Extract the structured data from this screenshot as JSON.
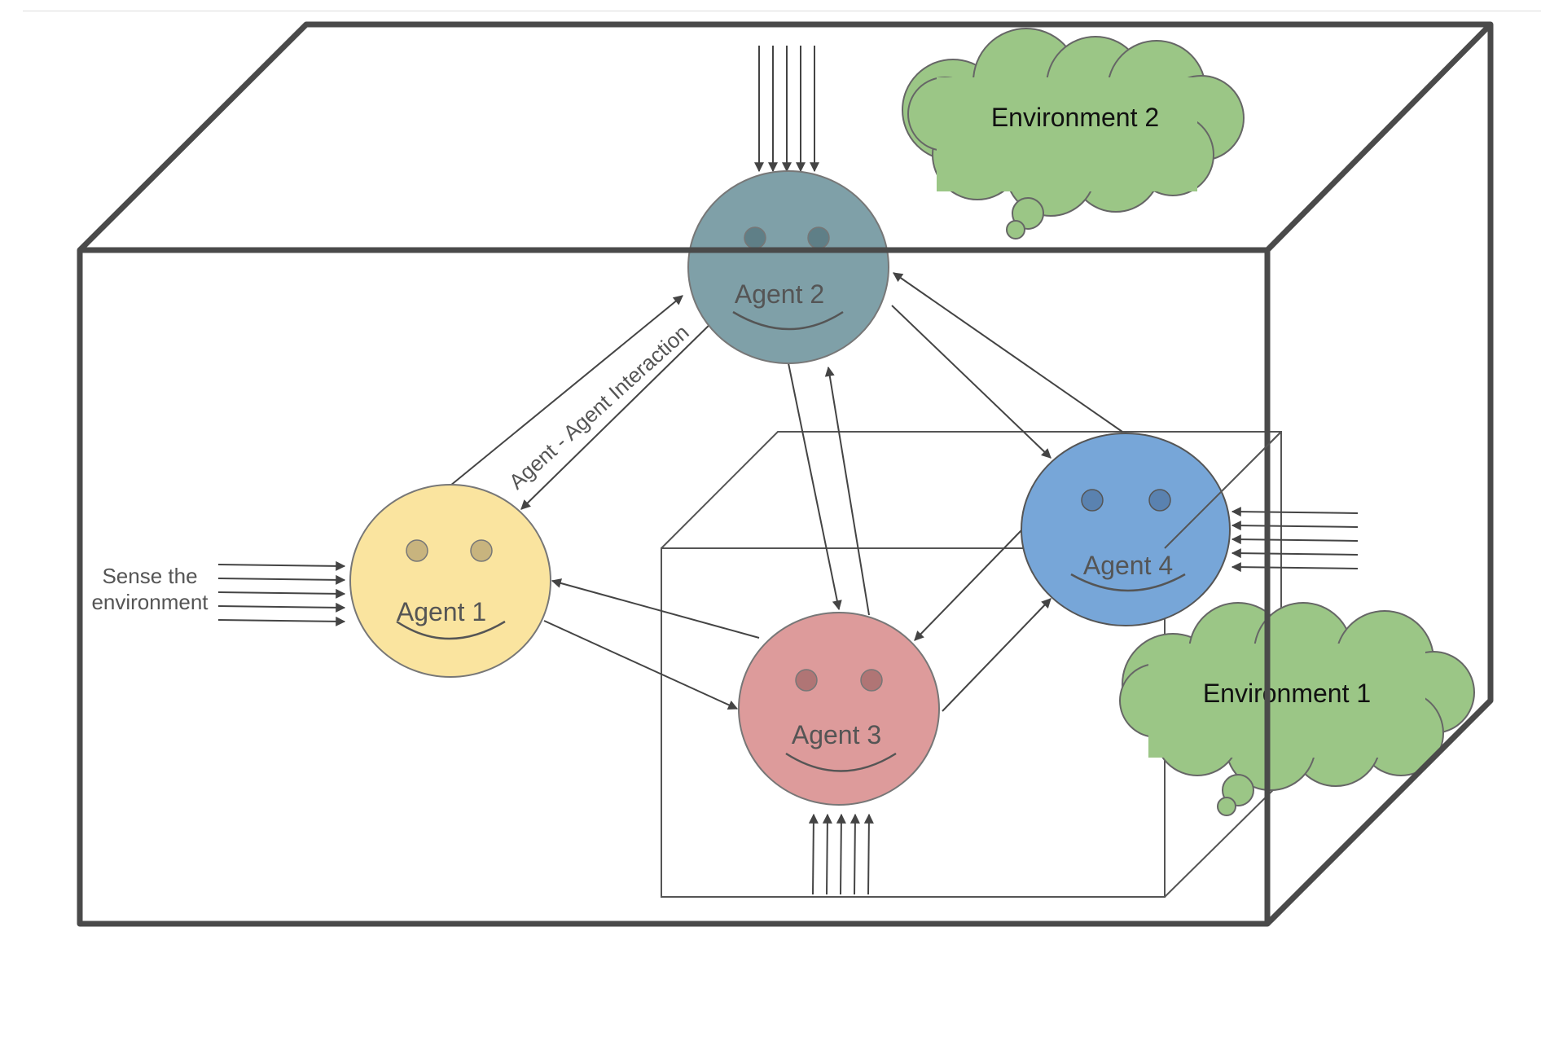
{
  "diagram": {
    "agents": [
      {
        "id": "agent1",
        "label": "Agent 1",
        "fill": "#fae49f",
        "eye": "#c8b47e"
      },
      {
        "id": "agent2",
        "label": "Agent 2",
        "fill": "#7fa0a8",
        "eye": "#5f7f87"
      },
      {
        "id": "agent3",
        "label": "Agent 3",
        "fill": "#dd9b9b",
        "eye": "#b07575"
      },
      {
        "id": "agent4",
        "label": "Agent 4",
        "fill": "#77a6d8",
        "eye": "#5a82b0"
      }
    ],
    "environments": [
      {
        "id": "env2",
        "label": "Environment 2",
        "fill": "#9bc686"
      },
      {
        "id": "env1",
        "label": "Environment 1",
        "fill": "#9bc686"
      }
    ],
    "annotations": {
      "sense_line1": "Sense the",
      "sense_line2": "environment",
      "interaction": "Agent - Agent Interaction"
    },
    "colors": {
      "outer_box": "#4a4a4a",
      "inner_box": "#555555",
      "arrows": "#444444",
      "text": "#555555",
      "env_text": "#111111"
    }
  }
}
